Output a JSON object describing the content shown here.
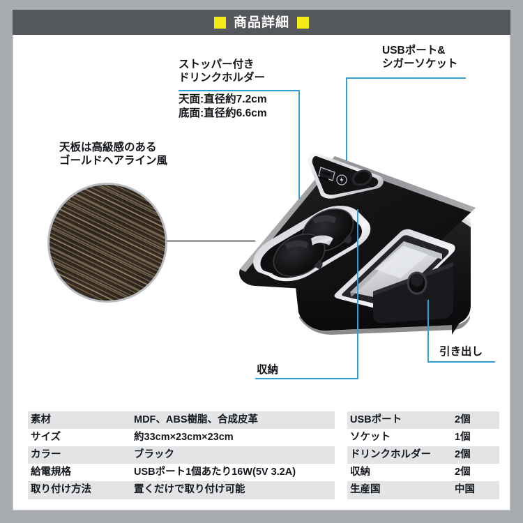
{
  "header": {
    "title": "商品詳細",
    "accent_color": "#f5ec16",
    "band_color": "#54585c"
  },
  "theme": {
    "page_background": "#a8acb0",
    "card_background": "#ffffff",
    "callout_color": "#2f9fd6",
    "leader_gray": "#9ea3a8",
    "table_stripe": "#e2e4e6"
  },
  "callouts": {
    "drink_holder": {
      "title": "ストッパー付き\nドリンクホルダー",
      "detail_top": "天面:直径約7.2cm",
      "detail_bottom": "底面:直径約6.6cm"
    },
    "usb_socket": {
      "title": "USBポート&\nシガーソケット"
    },
    "top_panel": {
      "title": "天板は高級感のある\nゴールドヘアライン風"
    },
    "storage": {
      "title": "収納"
    },
    "drawer": {
      "title": "引き出し"
    }
  },
  "spec_left": {
    "rows": [
      {
        "key": "素材",
        "value": "MDF、ABS樹脂、合成皮革"
      },
      {
        "key": "サイズ",
        "value": "約33cm×23cm×23cm"
      },
      {
        "key": "カラー",
        "value": "ブラック"
      },
      {
        "key": "給電規格",
        "value": "USBポート1個あたり16W(5V 3.2A)"
      },
      {
        "key": "取り付け方法",
        "value": "置くだけで取り付け可能"
      }
    ]
  },
  "spec_right": {
    "rows": [
      {
        "key": "USBポート",
        "value": "2個"
      },
      {
        "key": "ソケット",
        "value": "1個"
      },
      {
        "key": "ドリンクホルダー",
        "value": "2個"
      },
      {
        "key": "収納",
        "value": "2個"
      },
      {
        "key": "生産国",
        "value": "中国"
      }
    ]
  }
}
